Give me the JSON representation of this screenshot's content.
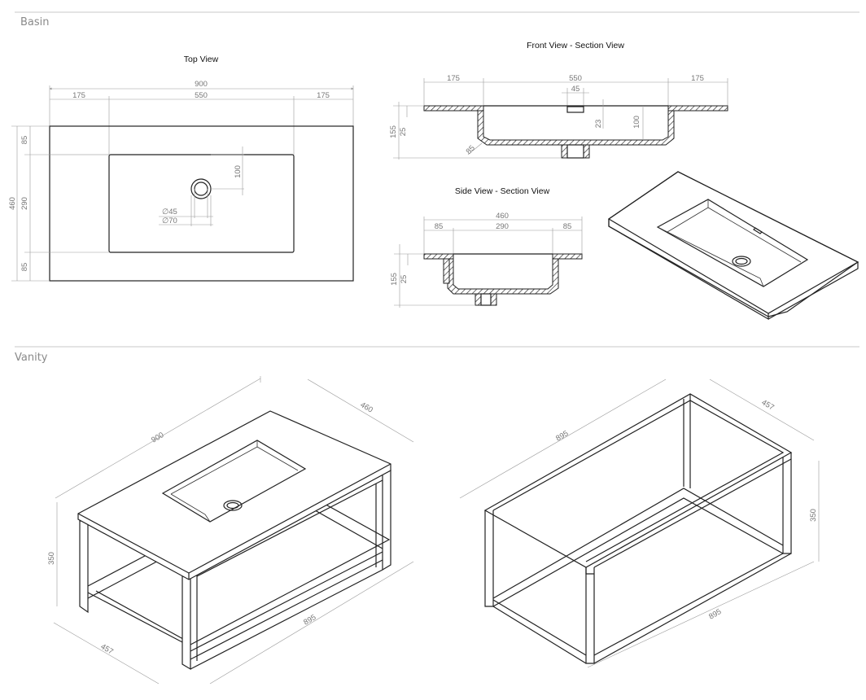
{
  "sections": {
    "basin": "Basin",
    "vanity": "Vanity"
  },
  "views": {
    "top": "Top View",
    "front": "Front View - Section View",
    "side": "Side View - Section View"
  },
  "top_view_dims": {
    "overall_width": "900",
    "left_rim": "175",
    "bowl_width": "550",
    "right_rim": "175",
    "overall_depth": "460",
    "front_rim": "85",
    "bowl_depth": "290",
    "back_rim": "85",
    "drain_offset": "100",
    "drain_inner": "∅45",
    "drain_outer": "∅70"
  },
  "front_view_dims": {
    "left": "175",
    "bowl": "550",
    "right": "175",
    "drain": "45",
    "height": "155",
    "rim_thickness": "25",
    "bowl_depth": "100",
    "overflow": "23",
    "radius": "85"
  },
  "side_view_dims": {
    "overall": "460",
    "front": "85",
    "bowl": "290",
    "back": "85",
    "height": "155",
    "rim_thickness": "25"
  },
  "vanity_with_basin_dims": {
    "width": "900",
    "depth": "460",
    "height": "350",
    "frame_width": "895",
    "frame_depth": "457"
  },
  "vanity_frame_dims": {
    "width": "895",
    "depth": "457",
    "height": "350",
    "bottom_width": "895"
  }
}
